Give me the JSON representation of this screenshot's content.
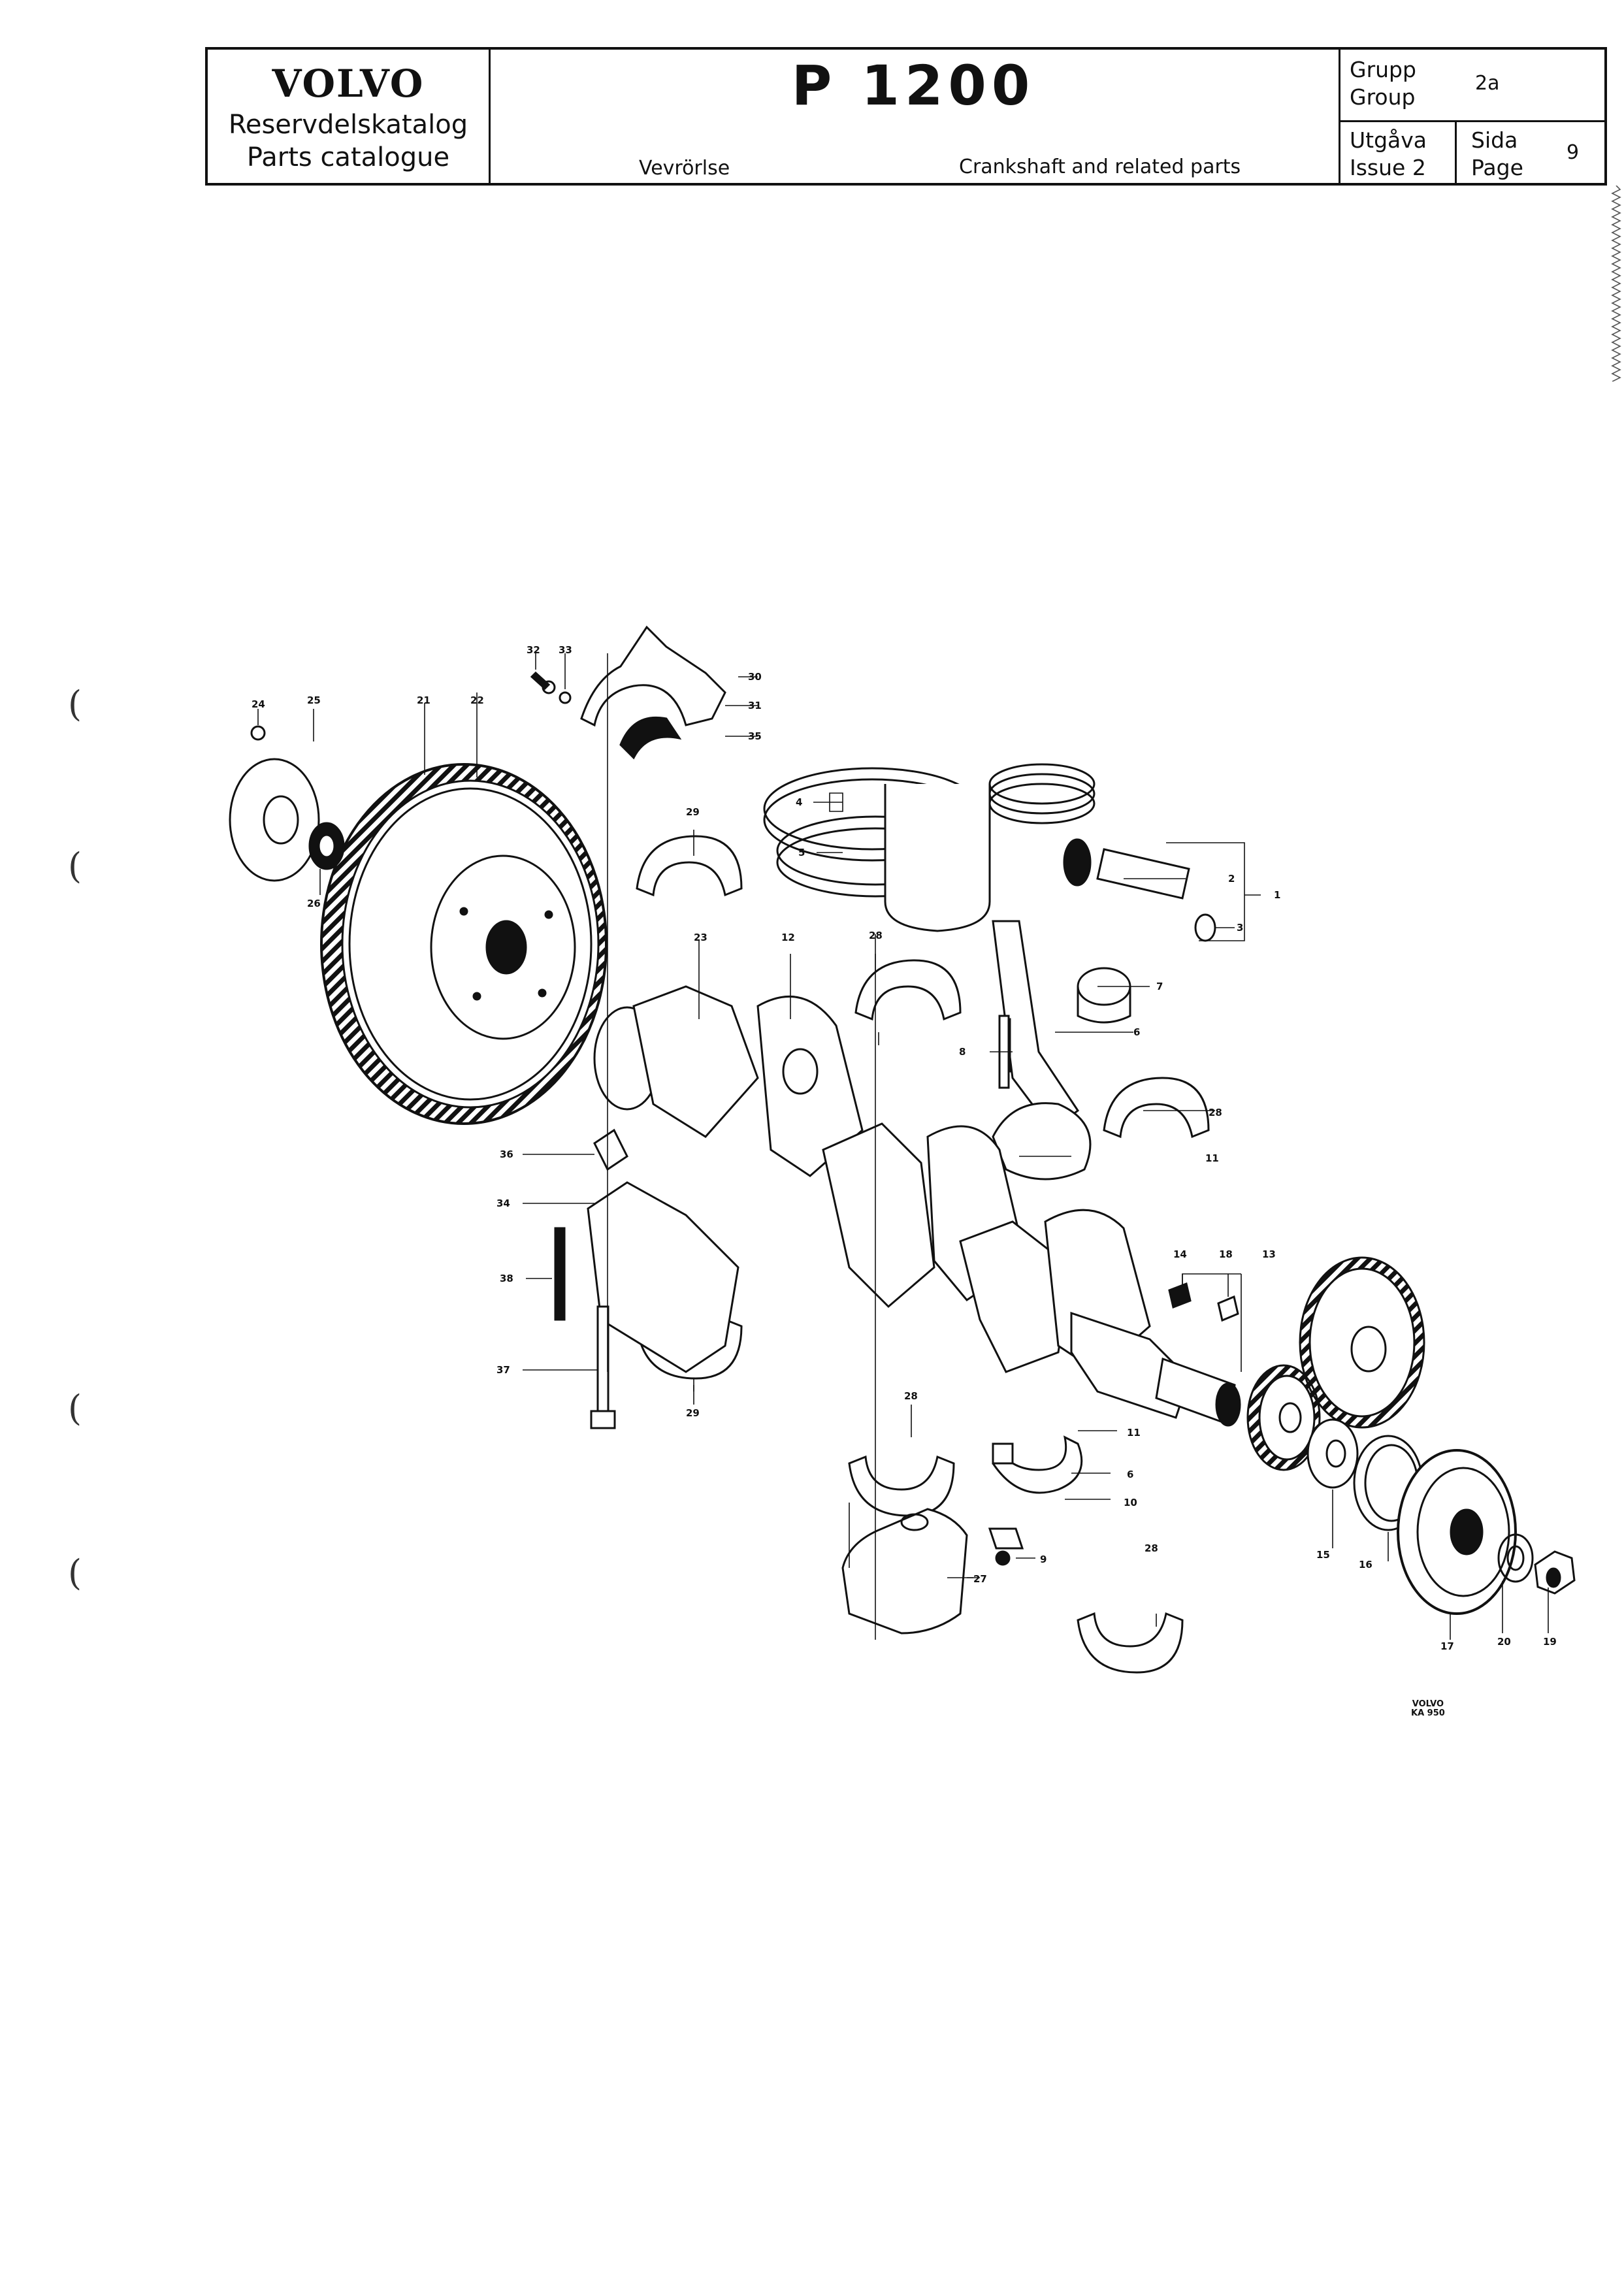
{
  "header": {
    "brand": "VOLVO",
    "catalog_sv": "Reservdelskatalog",
    "catalog_en": "Parts catalogue",
    "model": "P 1200",
    "title_sv": "Vevrörlse",
    "title_en": "Crankshaft and related parts",
    "group_label_sv": "Grupp",
    "group_label_en": "Group",
    "group_value": "2a",
    "issue_label_sv": "Utgåva",
    "issue_label_en": "Issue 2",
    "page_label_sv": "Sida",
    "page_label_en": "Page",
    "page_value": "9"
  },
  "drawing": {
    "code_line1": "VOLVO",
    "code_line2": "KA 950",
    "callouts": {
      "n1": "1",
      "n2": "2",
      "n3": "3",
      "n4": "4",
      "n5": "5",
      "n6": "6",
      "n6b": "6",
      "n7": "7",
      "n8": "8",
      "n9": "9",
      "n10": "10",
      "n11": "11",
      "n11b": "11",
      "n12": "12",
      "n13": "13",
      "n14": "14",
      "n15": "15",
      "n16": "16",
      "n17": "17",
      "n18": "18",
      "n19": "19",
      "n20": "20",
      "n21": "21",
      "n22": "22",
      "n23": "23",
      "n24": "24",
      "n25": "25",
      "n26": "26",
      "n27": "27",
      "n28a": "28",
      "n28b": "28",
      "n28c": "28",
      "n28d": "28",
      "n29a": "29",
      "n29b": "29",
      "n30": "30",
      "n31": "31",
      "n32": "32",
      "n33": "33",
      "n34": "34",
      "n35": "35",
      "n36": "36",
      "n37": "37",
      "n38": "38"
    }
  }
}
